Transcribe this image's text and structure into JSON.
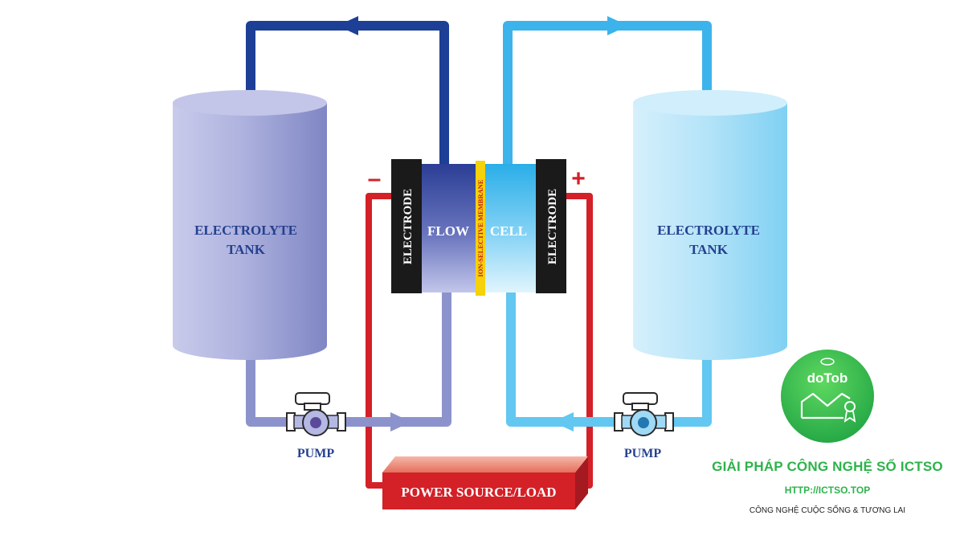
{
  "diagram": {
    "left_tank_label_line1": "ELECTROLYTE",
    "left_tank_label_line2": "TANK",
    "right_tank_label_line1": "ELECTROLYTE",
    "right_tank_label_line2": "TANK",
    "left_electrode_label": "ELECTRODE",
    "right_electrode_label": "ELECTRODE",
    "membrane_label": "ION-SELECTIVE MEMBRANE",
    "flow_label": "FLOW",
    "cell_label": "CELL",
    "negative_sign": "–",
    "positive_sign": "+",
    "left_pump_label": "PUMP",
    "right_pump_label": "PUMP",
    "power_label": "POWER SOURCE/LOAD"
  },
  "brand": {
    "logo_text": "doTob",
    "title": "GIẢI PHÁP CÔNG NGHỆ SỐ ICTSO",
    "url": "HTTP://ICTSO.TOP",
    "tagline": "CÔNG NGHỆ CUỘC SỐNG & TƯƠNG LAI"
  },
  "colors": {
    "left_loop": "#1e3f96",
    "left_return": "#8c93cc",
    "right_loop": "#3cb3ea",
    "right_return": "#62c7f1",
    "wire": "#d42027",
    "electrode": "#1a1a1a",
    "membrane": "#f5d20a",
    "brand_green": "#2db34a"
  }
}
